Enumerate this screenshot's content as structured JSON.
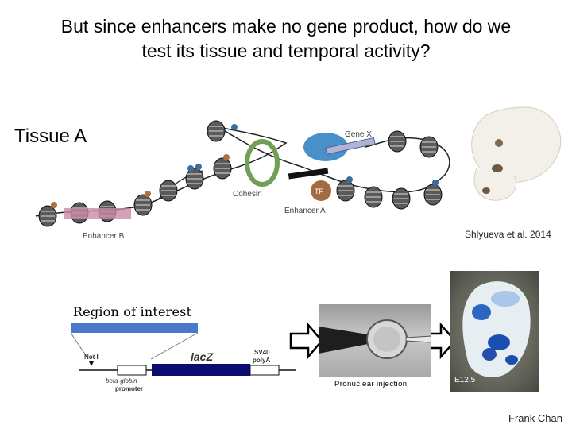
{
  "title_line1": "But since enhancers make no gene product, how do we",
  "title_line2": "test its tissue and temporal activity?",
  "tissue_label": "Tissue A",
  "diagram": {
    "gene_label": "Gene X",
    "cohesin_label": "Cohesin",
    "tf_label": "TF",
    "enhancer_a_label": "Enhancer A",
    "enhancer_b_label": "Enhancer B"
  },
  "citation": "Shlyueva et al. 2014",
  "construct": {
    "region_label": "Region of interest",
    "not_label": "Not I",
    "lacz_label": "lacZ",
    "sv40_line1": "SV40",
    "sv40_line2": "polyA",
    "betaglobin_label": "beta-globin",
    "promoter_label": "promoter"
  },
  "injection_label": "Pronuclear injection",
  "stage_label": "E12.5",
  "author": "Frank Chan",
  "colors": {
    "region_bar": "#4a79cc",
    "lacz_bar": "#0b0b72",
    "cohesin": "#6fa055",
    "gene": "#4a90c8",
    "stain": "#1a4fb0"
  }
}
